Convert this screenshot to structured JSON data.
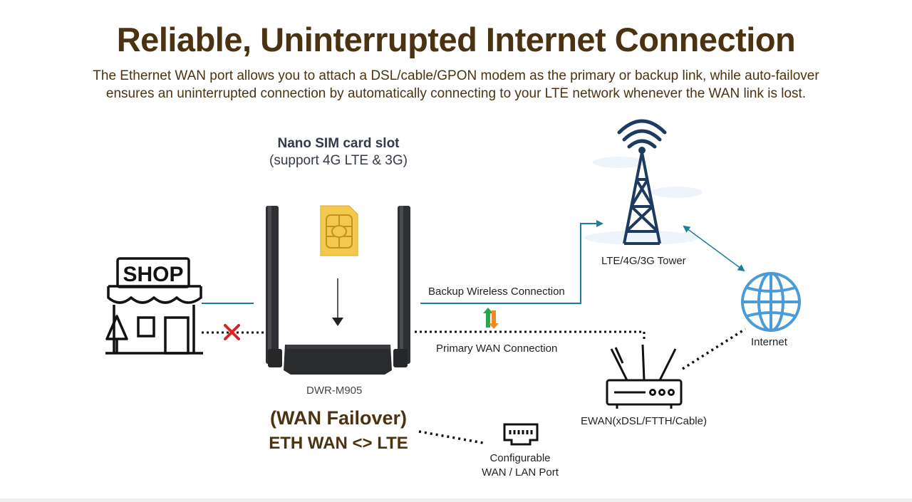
{
  "header": {
    "title": "Reliable, Uninterrupted Internet Connection",
    "subtitle_line1": "The Ethernet WAN port allows you to attach a DSL/cable/GPON modem as the primary or backup link, while auto-failover",
    "subtitle_line2": "ensures an uninterrupted connection by automatically connecting to your LTE network whenever the WAN link is lost."
  },
  "sim": {
    "title": "Nano SIM card slot",
    "subtitle": "(support 4G LTE & 3G)"
  },
  "shop": {
    "sign": "SHOP"
  },
  "router": {
    "model": "DWR-M905"
  },
  "connections": {
    "backup": "Backup Wireless Connection",
    "primary": "Primary WAN Connection"
  },
  "tower": {
    "label": "LTE/4G/3G Tower"
  },
  "internet": {
    "label": "Internet"
  },
  "modem": {
    "label": "EWAN(xDSL/FTTH/Cable)"
  },
  "failover": {
    "line1": "(WAN Failover)",
    "line2": "ETH WAN <> LTE"
  },
  "port": {
    "line1": "Configurable",
    "line2": "WAN / LAN Port"
  },
  "colors": {
    "title": "#4b3311",
    "link_blue": "#1e7e9c",
    "globe_blue": "#4a9bd8",
    "tower_navy": "#1e3a5f",
    "sim_gold": "#f2c94c",
    "cross_red": "#e02020"
  }
}
